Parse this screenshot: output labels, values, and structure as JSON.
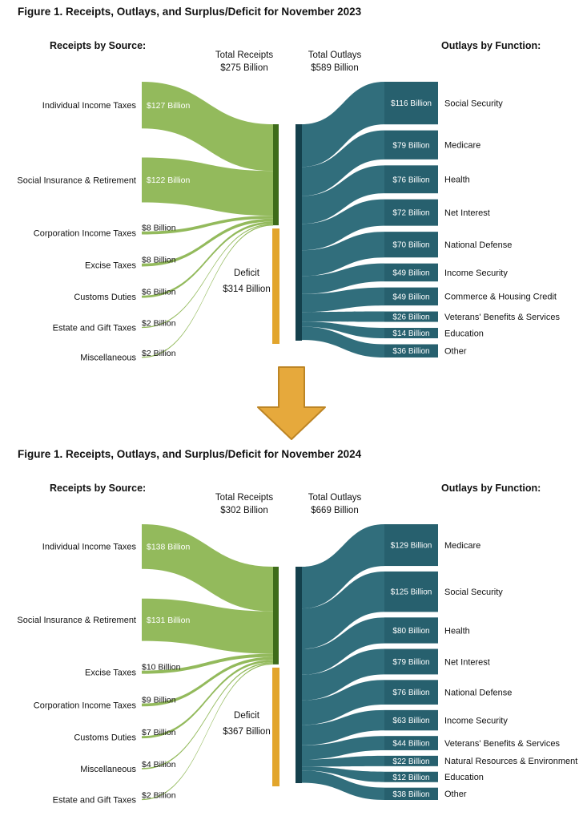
{
  "colors": {
    "receipts_flow": "#93ba5c",
    "receipts_bar": "#3e6c1a",
    "deficit_bar": "#e2a52c",
    "outlays_flow": "#316e7c",
    "outlays_stub": "#27606e",
    "outlays_bar": "#14404c",
    "text": "#111111",
    "flow_value_text": "#ffffff"
  },
  "arrow": {
    "fill": "#e6a93c",
    "stroke": "#bd8525"
  },
  "chart_data": [
    {
      "type": "sankey",
      "title": "Figure 1. Receipts, Outlays, and Surplus/Deficit for November 2023",
      "left_header": "Receipts by Source:",
      "right_header": "Outlays by Function:",
      "total_receipts_label": "Total Receipts",
      "total_receipts_value": "$275 Billion",
      "total_outlays_label": "Total Outlays",
      "total_outlays_value": "$589 Billion",
      "deficit_label": "Deficit",
      "deficit_value": "$314 Billion",
      "receipts_total": 275,
      "outlays_total": 589,
      "deficit": 314,
      "receipts": [
        {
          "name": "Individual Income Taxes",
          "value": 127,
          "label": "$127 Billion"
        },
        {
          "name": "Social Insurance & Retirement",
          "value": 122,
          "label": "$122 Billion"
        },
        {
          "name": "Corporation Income Taxes",
          "value": 8,
          "label": "$8 Billion"
        },
        {
          "name": "Excise Taxes",
          "value": 8,
          "label": "$8 Billion"
        },
        {
          "name": "Customs Duties",
          "value": 6,
          "label": "$6 Billion"
        },
        {
          "name": "Estate and Gift Taxes",
          "value": 2,
          "label": "$2 Billion"
        },
        {
          "name": "Miscellaneous",
          "value": 2,
          "label": "$2 Billion"
        }
      ],
      "outlays": [
        {
          "name": "Social Security",
          "value": 116,
          "label": "$116 Billion"
        },
        {
          "name": "Medicare",
          "value": 79,
          "label": "$79 Billion"
        },
        {
          "name": "Health",
          "value": 76,
          "label": "$76 Billion"
        },
        {
          "name": "Net Interest",
          "value": 72,
          "label": "$72 Billion"
        },
        {
          "name": "National Defense",
          "value": 70,
          "label": "$70 Billion"
        },
        {
          "name": "Income Security",
          "value": 49,
          "label": "$49 Billion"
        },
        {
          "name": "Commerce & Housing Credit",
          "value": 49,
          "label": "$49 Billion"
        },
        {
          "name": "Veterans' Benefits & Services",
          "value": 26,
          "label": "$26 Billion"
        },
        {
          "name": "Education",
          "value": 14,
          "label": "$14 Billion"
        },
        {
          "name": "Other",
          "value": 36,
          "label": "$36 Billion"
        }
      ]
    },
    {
      "type": "sankey",
      "title": "Figure 1. Receipts, Outlays, and Surplus/Deficit for November 2024",
      "left_header": "Receipts by Source:",
      "right_header": "Outlays by Function:",
      "total_receipts_label": "Total Receipts",
      "total_receipts_value": "$302 Billion",
      "total_outlays_label": "Total Outlays",
      "total_outlays_value": "$669 Billion",
      "deficit_label": "Deficit",
      "deficit_value": "$367 Billion",
      "receipts_total": 302,
      "outlays_total": 669,
      "deficit": 367,
      "receipts": [
        {
          "name": "Individual Income Taxes",
          "value": 138,
          "label": "$138 Billion"
        },
        {
          "name": "Social Insurance & Retirement",
          "value": 131,
          "label": "$131 Billion"
        },
        {
          "name": "Excise Taxes",
          "value": 10,
          "label": "$10 Billion"
        },
        {
          "name": "Corporation Income Taxes",
          "value": 9,
          "label": "$9 Billion"
        },
        {
          "name": "Customs Duties",
          "value": 7,
          "label": "$7 Billion"
        },
        {
          "name": "Miscellaneous",
          "value": 4,
          "label": "$4 Billion"
        },
        {
          "name": "Estate and Gift Taxes",
          "value": 2,
          "label": "$2 Billion"
        }
      ],
      "outlays": [
        {
          "name": "Medicare",
          "value": 129,
          "label": "$129 Billion"
        },
        {
          "name": "Social Security",
          "value": 125,
          "label": "$125 Billion"
        },
        {
          "name": "Health",
          "value": 80,
          "label": "$80 Billion"
        },
        {
          "name": "Net Interest",
          "value": 79,
          "label": "$79 Billion"
        },
        {
          "name": "National Defense",
          "value": 76,
          "label": "$76 Billion"
        },
        {
          "name": "Income Security",
          "value": 63,
          "label": "$63 Billion"
        },
        {
          "name": "Veterans' Benefits & Services",
          "value": 44,
          "label": "$44 Billion"
        },
        {
          "name": "Natural Resources & Environment",
          "value": 22,
          "label": "$22 Billion"
        },
        {
          "name": "Education",
          "value": 12,
          "label": "$12 Billion"
        },
        {
          "name": "Other",
          "value": 38,
          "label": "$38 Billion"
        }
      ]
    }
  ]
}
